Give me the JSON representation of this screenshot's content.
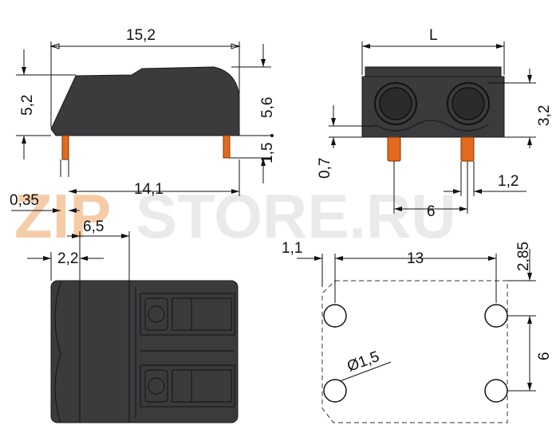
{
  "watermark": {
    "accent": "ZIP",
    "rest": "STORE.RU"
  },
  "side_view": {
    "width_label": "15,2",
    "height_label": "5,2",
    "height_total_label": "5,6",
    "pin_len_label": "1,5",
    "pin_span_label": "14,1",
    "pin_dia_label": "0,35"
  },
  "front_view": {
    "length_label": "L",
    "pin_height_label": "3,2",
    "pin_offset_label": "0,7",
    "pin_pitch_label": "6",
    "pin_width_label": "1,2"
  },
  "top_view": {
    "offset_65_label": "6,5",
    "offset_22_label": "2,2"
  },
  "footprint": {
    "edge_label": "1,1",
    "span_label": "13",
    "offset_label": "2,85",
    "hole_label": "Ø1,5",
    "pitch_label": "6"
  },
  "colors": {
    "body": "#3a3b3d",
    "pin": "#e36a1c",
    "line": "#111111"
  }
}
